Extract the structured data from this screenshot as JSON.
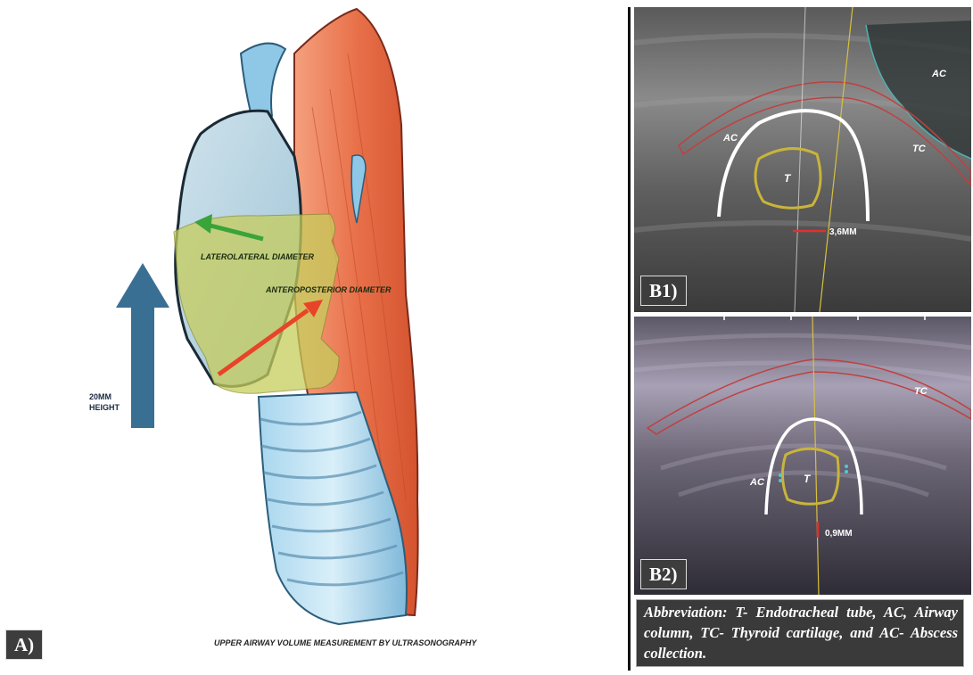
{
  "panel_a": {
    "label": "A)",
    "height_label_line1": "20MM",
    "height_label_line2": "HEIGHT",
    "laterolateral_label": "LATEROLATERAL DIAMETER",
    "anteroposterior_label": "ANTEROPOSTERIOR DIAMETER",
    "footer_title": "UPPER AIRWAY VOLUME MEASUREMENT BY ULTRASONOGRAPHY"
  },
  "panel_b1": {
    "label": "B1)",
    "tag_ac_top": "AC",
    "tag_ac_left": "AC",
    "tag_tc": "TC",
    "tag_t": "T",
    "measurement": "3,6MM"
  },
  "panel_b2": {
    "label": "B2)",
    "tag_tc": "TC",
    "tag_ac": "AC",
    "tag_t": "T",
    "measurement": "0,9MM"
  },
  "caption": {
    "text": "Abbreviation: T- Endotracheal tube, AC, Airway column, TC- Thyroid cartilage, and AC- Abscess collection."
  },
  "colors": {
    "muscle": "#e8714a",
    "cartilage_blue": "#8fc8e6",
    "highlight_yellow": "#c6cd5c",
    "arrow_green": "#3aa33a",
    "arrow_red": "#e8442a",
    "arrow_blue": "#3a6f94",
    "ring_yellow": "#c9b43a",
    "measure_red": "#e03030"
  }
}
